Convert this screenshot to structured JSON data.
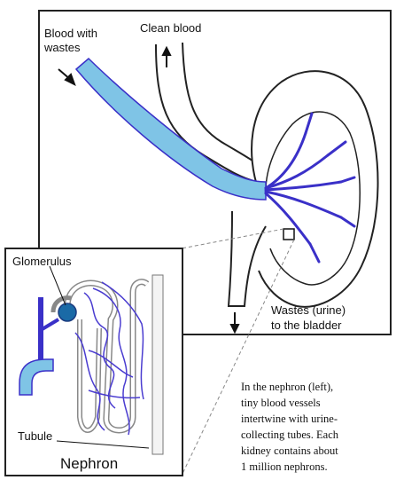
{
  "labels": {
    "blood_with": "Blood with",
    "wastes": "wastes",
    "clean_blood": "Clean blood",
    "wastes_urine": "Wastes (urine)",
    "to_bladder": "to the bladder",
    "glomerulus": "Glomerulus",
    "tubule": "Tubule",
    "nephron": "Nephron"
  },
  "caption": {
    "line1": "In the nephron (left),",
    "line2": "tiny blood vessels",
    "line3": "intertwine with urine-",
    "line4": "collecting tubes.  Each",
    "line5": "kidney contains about",
    "line6": "1 million nephrons."
  },
  "colors": {
    "vessel_fill": "#7fc4e6",
    "vessel_edge": "#3a30c8",
    "outline": "#222222"
  }
}
